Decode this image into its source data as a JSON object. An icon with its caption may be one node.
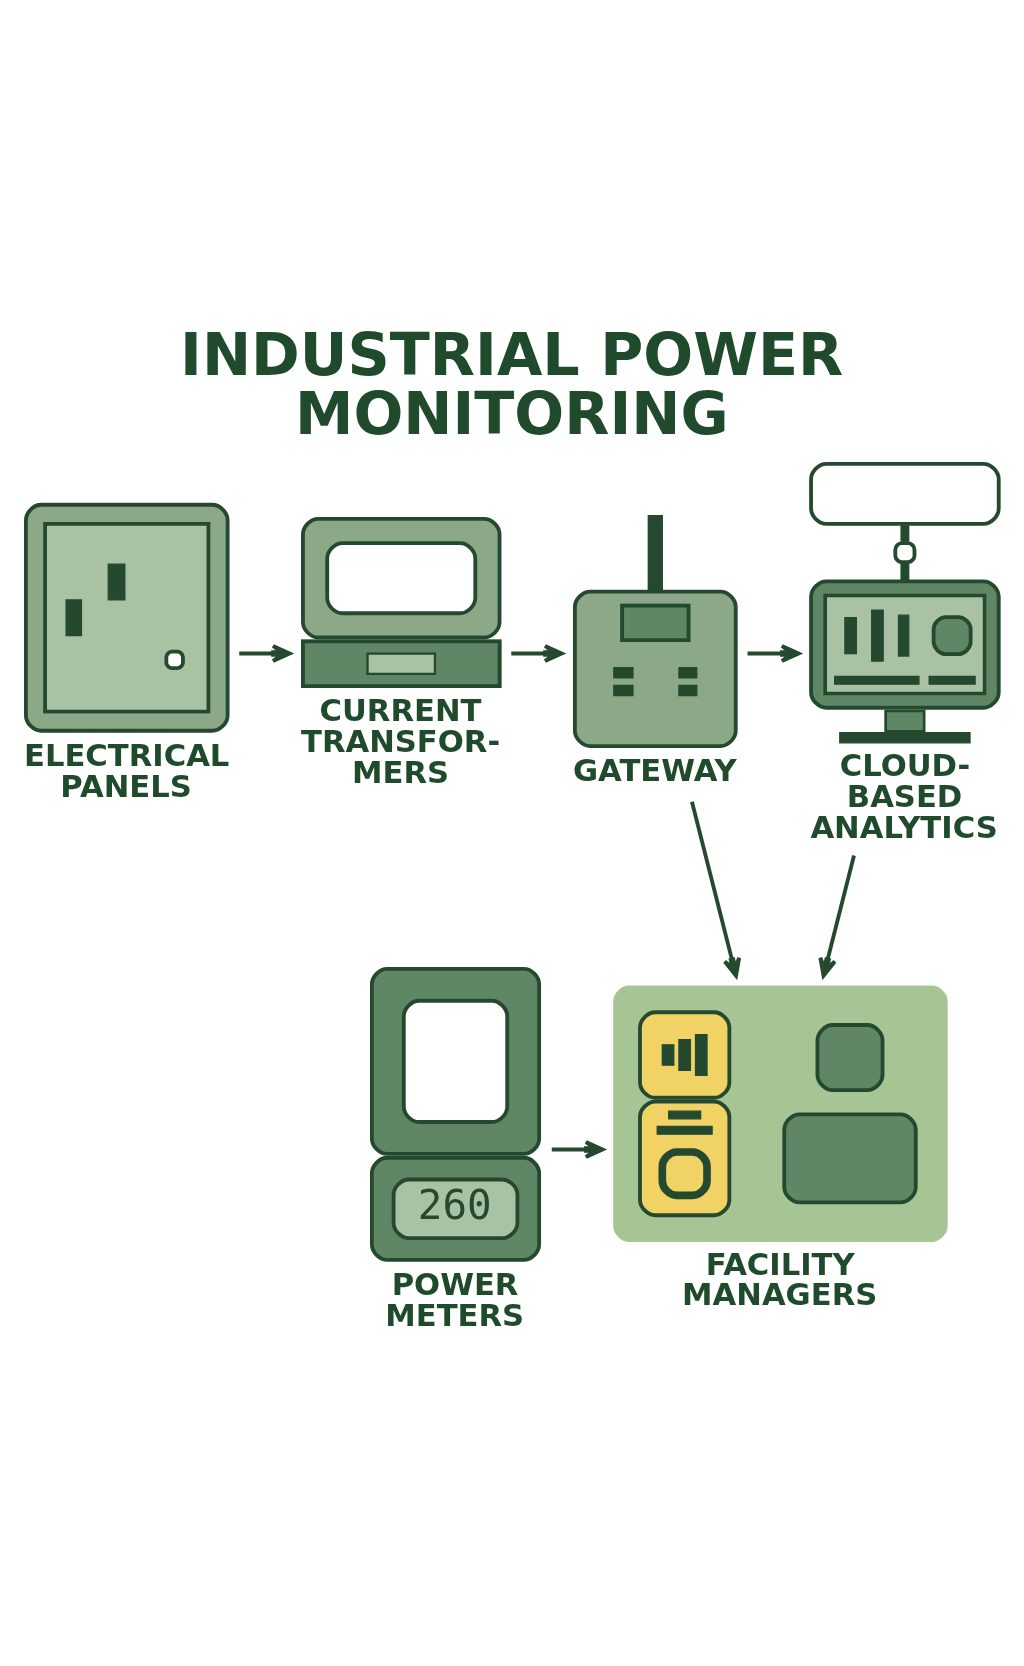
{
  "diagram": {
    "title": "INDUSTRIAL POWER MONITORING",
    "nodes": [
      {
        "text": [
          "ELECTRICAL PANELS"
        ]
      },
      {
        "text": [
          "CURRENT TRANSFOR- MERS"
        ]
      },
      {
        "text": [
          "GATEWAY"
        ]
      },
      {
        "text": [
          "CLOUD- BASED ANALYTICS"
        ]
      },
      {
        "text": [
          "260",
          "POWER METERS"
        ]
      },
      {
        "text": [
          "FACILITY MANAGERS"
        ]
      }
    ],
    "edges": [
      {
        "from": 0,
        "to": 1,
        "arrow": "to"
      },
      {
        "from": 1,
        "to": 2,
        "arrow": "to"
      },
      {
        "from": 2,
        "to": 3,
        "arrow": "to"
      },
      {
        "from": 2,
        "to": 5,
        "arrow": "to"
      },
      {
        "from": 3,
        "to": 5,
        "arrow": "to"
      },
      {
        "from": 4,
        "to": 5,
        "arrow": "to"
      }
    ]
  }
}
